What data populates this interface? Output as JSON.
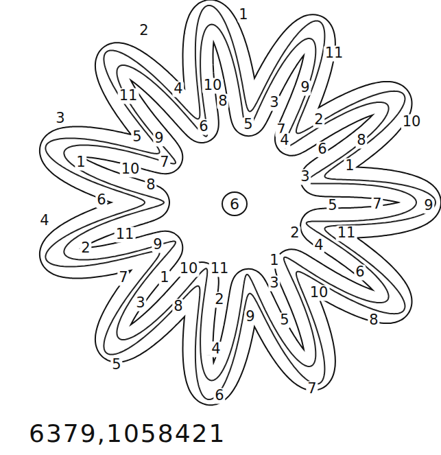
{
  "diagram": {
    "nodes": [
      {
        "text": [
          "6"
        ]
      }
    ],
    "labels": [
      "2",
      "1",
      "11",
      "10",
      "9",
      "11",
      "4",
      "8",
      "3",
      "7",
      "2",
      "8",
      "10",
      "5",
      "9",
      "6",
      "5",
      "4",
      "6",
      "7",
      "10",
      "3",
      "1",
      "3",
      "1",
      "6",
      "8",
      "5",
      "7",
      "9",
      "4",
      "2",
      "11",
      "9",
      "2",
      "4",
      "11",
      "7",
      "1",
      "10",
      "11",
      "1",
      "3",
      "6",
      "10",
      "3",
      "8",
      "2",
      "9",
      "5",
      "8",
      "5",
      "4",
      "6",
      "7",
      "6379,1058421"
    ]
  }
}
